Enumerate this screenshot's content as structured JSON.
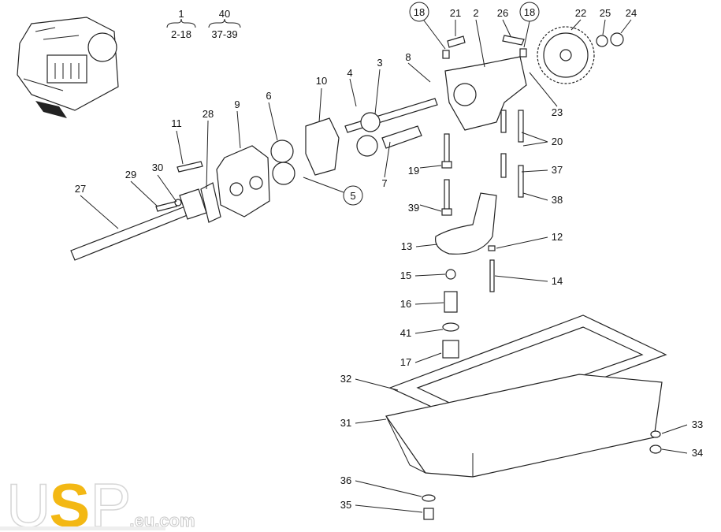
{
  "groups": [
    {
      "parent": "1",
      "range": "2-18"
    },
    {
      "parent": "40",
      "range": "37-39"
    }
  ],
  "callouts": [
    "18",
    "21",
    "2",
    "26",
    "18",
    "22",
    "25",
    "24",
    "8",
    "4",
    "3",
    "10",
    "6",
    "9",
    "11",
    "28",
    "29",
    "30",
    "27",
    "5",
    "7",
    "23",
    "20",
    "19",
    "37",
    "38",
    "39",
    "12",
    "13",
    "14",
    "15",
    "16",
    "41",
    "17",
    "32",
    "31",
    "33",
    "34",
    "36",
    "35"
  ],
  "logo": {
    "u": "U",
    "s": "S",
    "p": "P",
    "domain": ".eu.com",
    "accent": "#f3b814"
  }
}
